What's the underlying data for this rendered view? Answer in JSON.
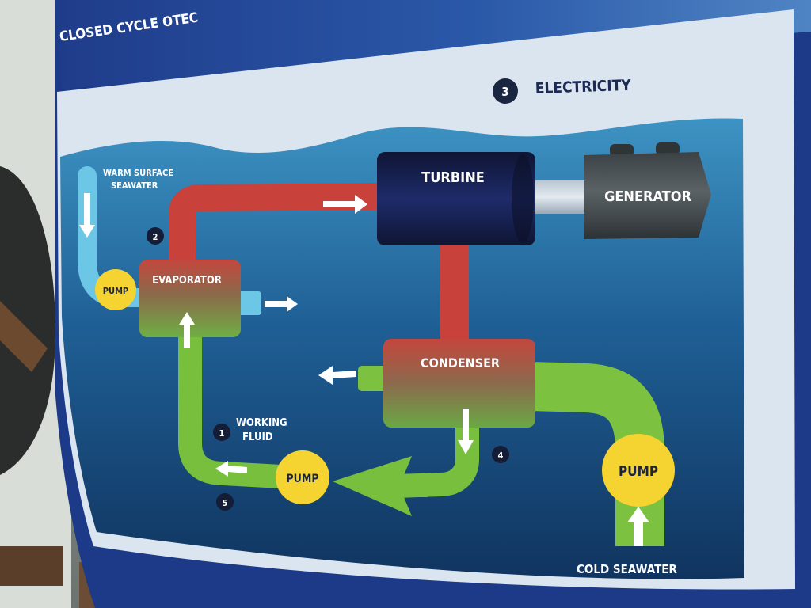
{
  "sign": {
    "title": "CLOSED CYCLE OTEC"
  },
  "diagram": {
    "components": {
      "turbine": "TURBINE",
      "generator": "GENERATOR",
      "evaporator": "EVAPORATOR",
      "condenser": "CONDENSER",
      "pump_warm": "PUMP",
      "pump_working": "PUMP",
      "pump_cold": "PUMP"
    },
    "labels": {
      "electricity": "ELECTRICITY",
      "warm_line1": "WARM SURFACE",
      "warm_line2": "SEAWATER",
      "working_line1": "WORKING",
      "working_line2": "FLUID",
      "cold_seawater": "COLD SEAWATER"
    },
    "steps": {
      "s1": "1",
      "s2": "2",
      "s3": "3",
      "s4": "4",
      "s5": "5"
    }
  },
  "colors": {
    "panel_blue": "#1f3f8f",
    "water_top": "#3a8fc0",
    "water_bottom": "#123868",
    "warm_pipe": "#c8413a",
    "cool_pipe": "#7cc140",
    "seawater_pipe": "#6fc8e6",
    "pump_yellow": "#f5d432",
    "turbine_navy": "#11193e",
    "generator_gray": "#444a4e"
  }
}
